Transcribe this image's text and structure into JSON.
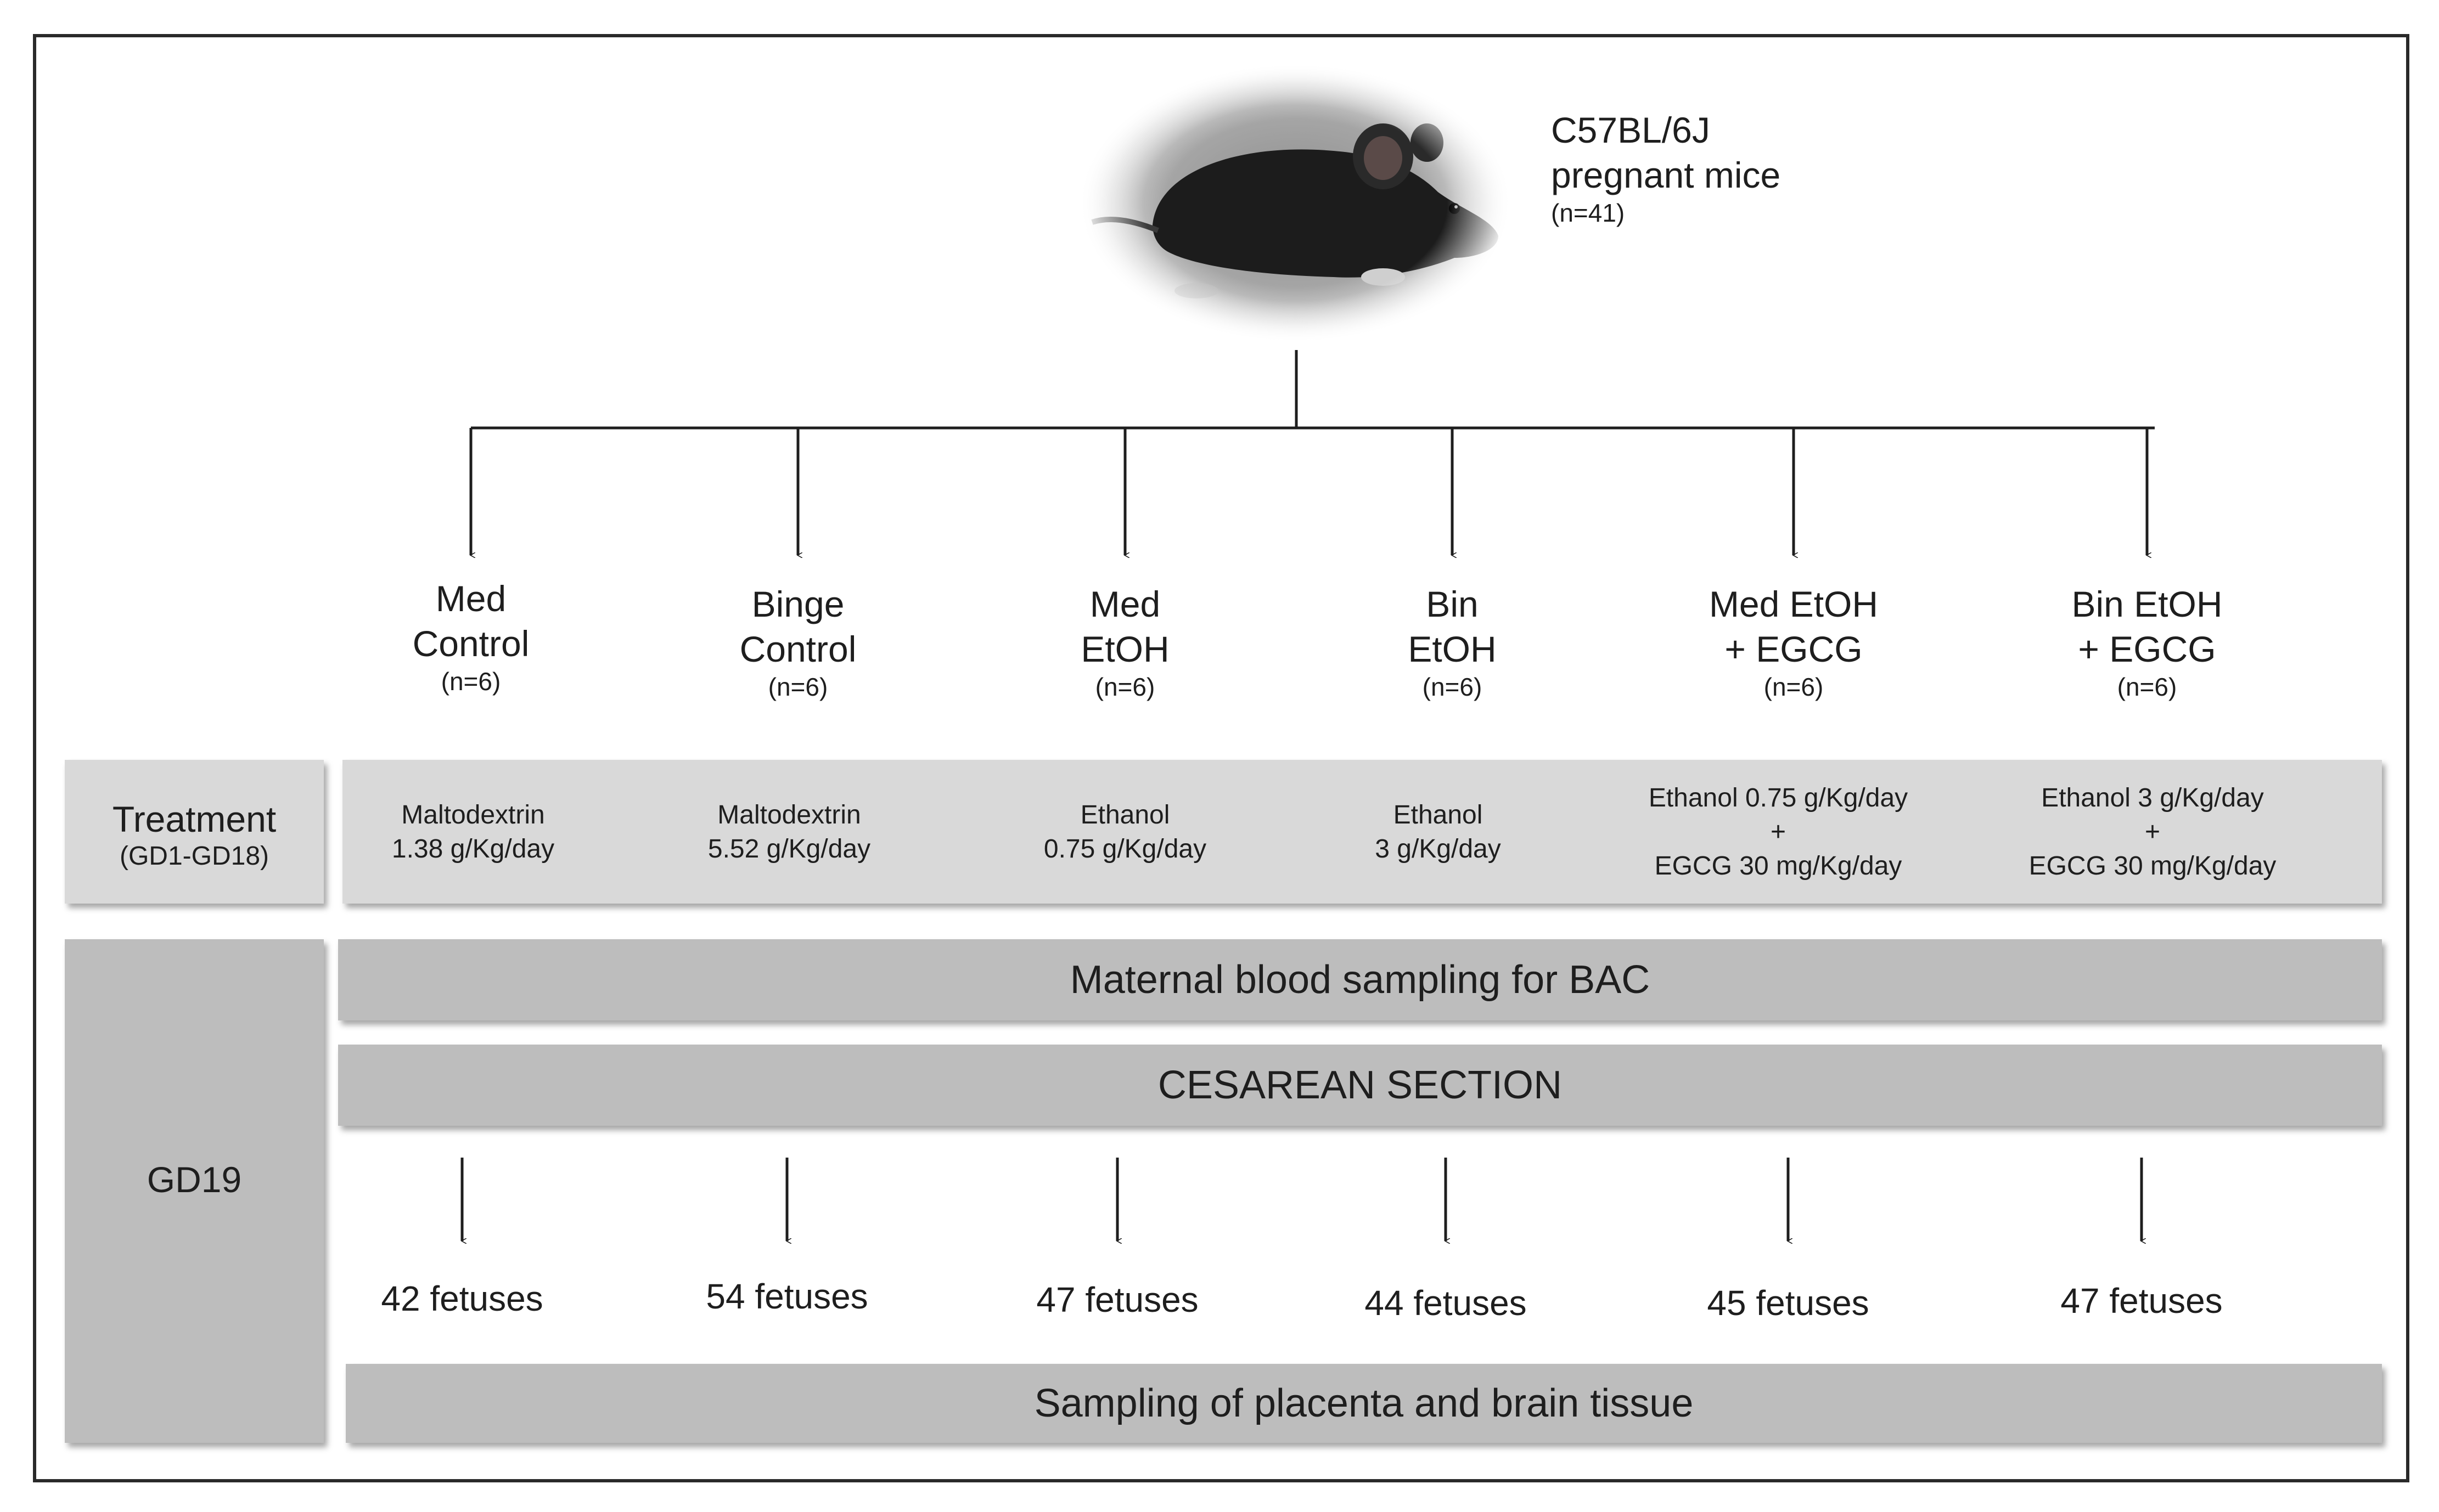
{
  "root": {
    "strain": "C57BL/6J",
    "subject": "pregnant mice",
    "n": "(n=41)",
    "photo": "black-mouse-photo"
  },
  "groups": [
    {
      "line1": "Med",
      "line2": "Control",
      "n": "(n=6)"
    },
    {
      "line1": "Binge",
      "line2": "Control",
      "n": "(n=6)"
    },
    {
      "line1": "Med",
      "line2": "EtOH",
      "n": "(n=6)"
    },
    {
      "line1": "Bin",
      "line2": "EtOH",
      "n": "(n=6)"
    },
    {
      "line1": "Med EtOH",
      "line2": "+ EGCG",
      "n": "(n=6)"
    },
    {
      "line1": "Bin EtOH",
      "line2": "+ EGCG",
      "n": "(n=6)"
    }
  ],
  "treatment": {
    "label": "Treatment",
    "period": "(GD1-GD18)",
    "cells": [
      {
        "line1": "Maltodextrin",
        "line2": "1.38 g/Kg/day",
        "line3": ""
      },
      {
        "line1": "Maltodextrin",
        "line2": "5.52 g/Kg/day",
        "line3": ""
      },
      {
        "line1": "Ethanol",
        "line2": "0.75 g/Kg/day",
        "line3": ""
      },
      {
        "line1": "Ethanol",
        "line2": "3 g/Kg/day",
        "line3": ""
      },
      {
        "line1": "Ethanol 0.75 g/Kg/day",
        "line2": "+",
        "line3": "EGCG 30 mg/Kg/day"
      },
      {
        "line1": "Ethanol 3 g/Kg/day",
        "line2": "+",
        "line3": "EGCG 30 mg/Kg/day"
      }
    ]
  },
  "gd19": {
    "label": "GD19",
    "blood_sampling": "Maternal blood sampling for BAC",
    "cesarean": "CESAREAN SECTION",
    "fetuses": [
      "42 fetuses",
      "54 fetuses",
      "47 fetuses",
      "44 fetuses",
      "45 fetuses",
      "47 fetuses"
    ],
    "tissue_sampling": "Sampling of placenta and brain tissue"
  }
}
